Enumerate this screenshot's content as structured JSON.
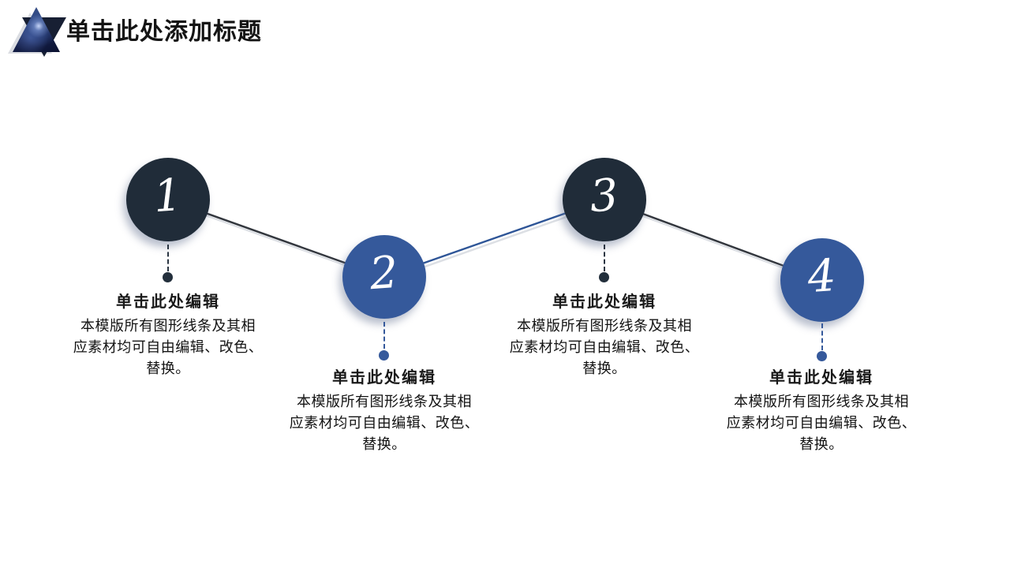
{
  "header": {
    "title": "单击此处添加标题",
    "logo_icon": "galaxy-star-logo"
  },
  "colors": {
    "dark_circle": "#202c39",
    "blue_circle": "#35599b",
    "dark_line": "#32363d",
    "blue_line": "#2e5597",
    "line_shadow": "#dcdfe4",
    "title_text": "#141414",
    "body_text": "#131313"
  },
  "steps": [
    {
      "number": "1",
      "variant": "dark",
      "label": "单击此处编辑",
      "body": [
        "本模版所有图形线条及其相",
        "应素材均可自由编辑、改色、",
        "替换。"
      ]
    },
    {
      "number": "2",
      "variant": "blue",
      "label": "单击此处编辑",
      "body": [
        "本模版所有图形线条及其相",
        "应素材均可自由编辑、改色、",
        "替换。"
      ]
    },
    {
      "number": "3",
      "variant": "dark",
      "label": "单击此处编辑",
      "body": [
        "本模版所有图形线条及其相",
        "应素材均可自由编辑、改色、",
        "替换。"
      ]
    },
    {
      "number": "4",
      "variant": "blue",
      "label": "单击此处编辑",
      "body": [
        "本模版所有图形线条及其相",
        "应素材均可自由编辑、改色、",
        "替换。"
      ]
    }
  ]
}
